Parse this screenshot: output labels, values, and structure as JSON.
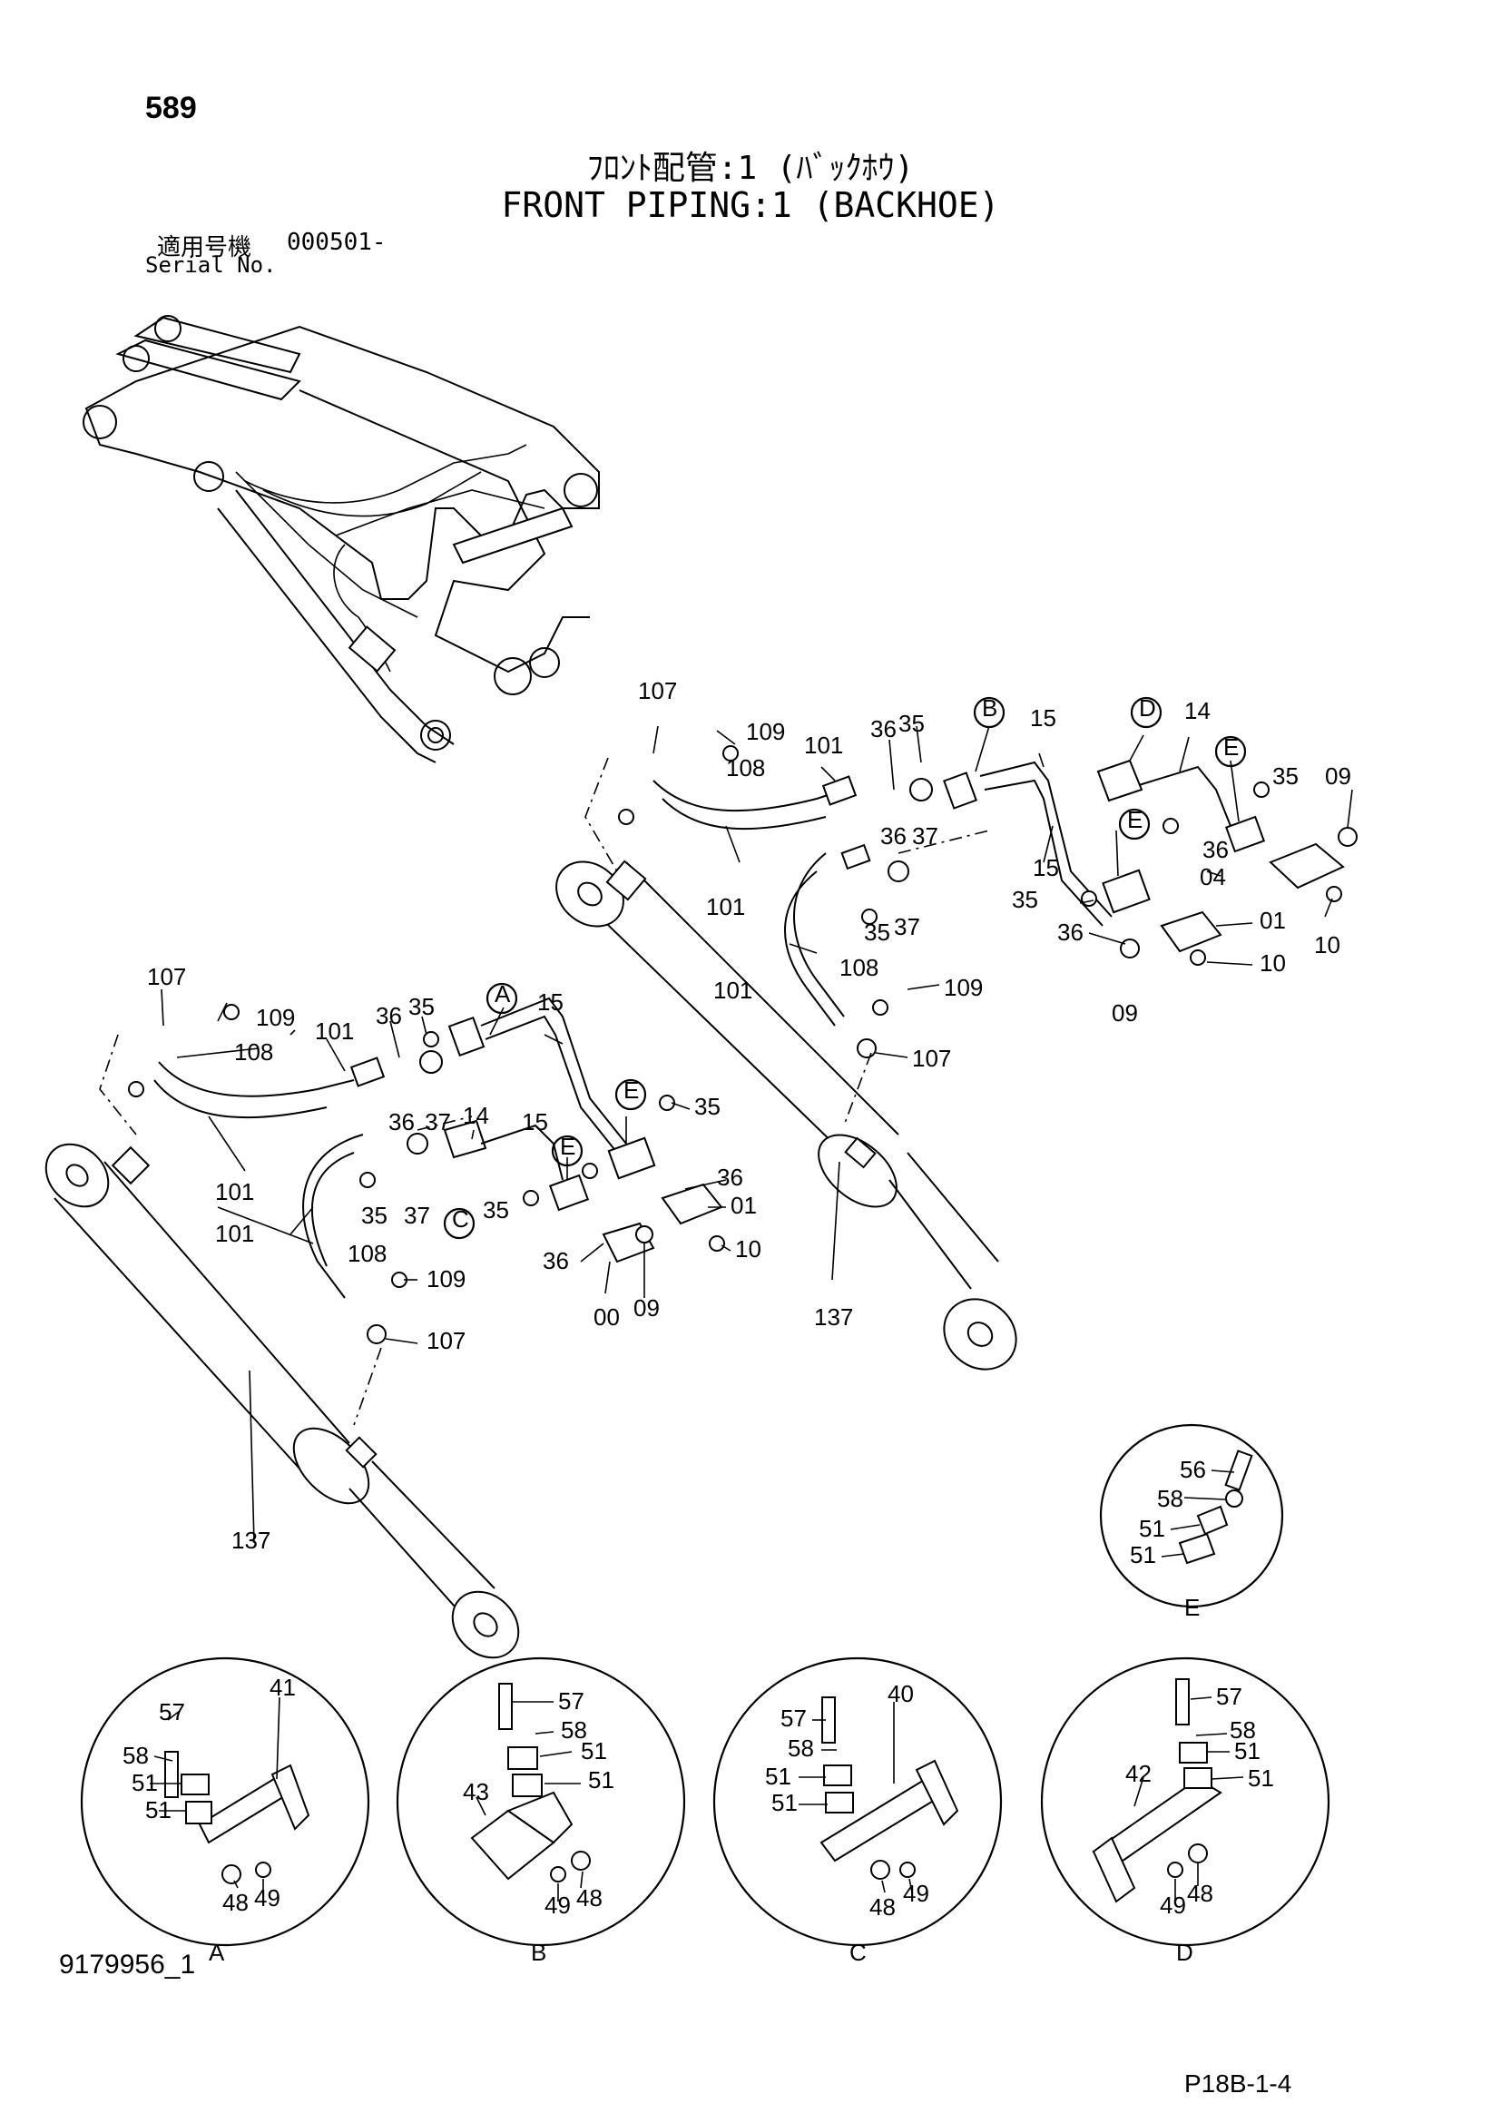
{
  "header": {
    "page_number": "589",
    "title_jp": "ﾌﾛﾝﾄ配管:1 (ﾊﾞｯｸﾎｳ)",
    "title_en": "FRONT PIPING:1 (BACKHOE)",
    "serial_label_jp": "適用号機",
    "serial_label_en": "Serial No.",
    "serial_value": "000501-"
  },
  "footer": {
    "doc_id": "9179956_1",
    "page_code": "P18B-1-4"
  },
  "callouts": {
    "c107": "107",
    "c109": "109",
    "c108": "108",
    "c101": "101",
    "c36": "36",
    "c35": "35",
    "c37": "37",
    "c15": "15",
    "c14": "14",
    "c09": "09",
    "c04": "04",
    "c01": "01",
    "c10": "10",
    "c00": "00",
    "c137": "137",
    "c56": "56",
    "c58": "58",
    "c51": "51",
    "c57": "57",
    "c41": "41",
    "c43": "43",
    "c40": "40",
    "c42": "42",
    "c48": "48",
    "c49": "49"
  },
  "detail_letters": {
    "A": "A",
    "B": "B",
    "C": "C",
    "D": "D",
    "E": "E"
  }
}
